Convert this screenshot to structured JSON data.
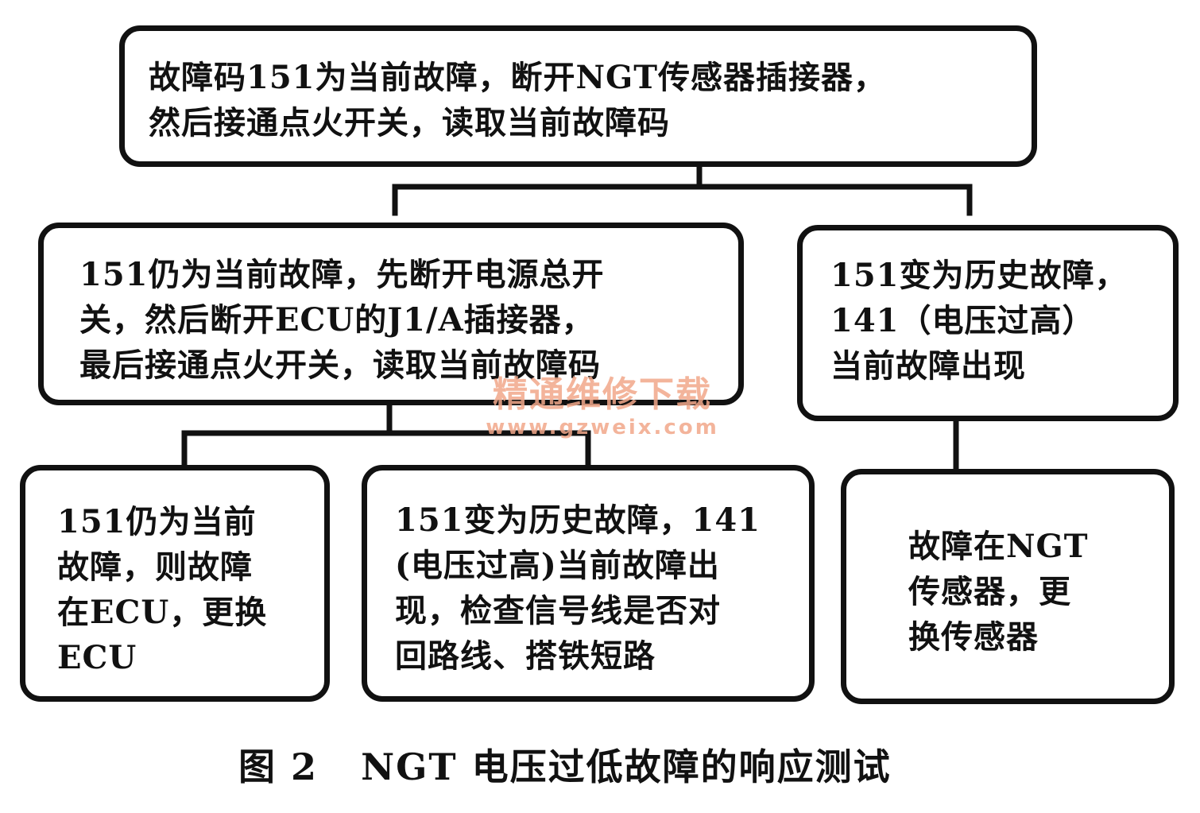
{
  "diagram": {
    "nodes": {
      "root": "故障码151为当前故障，断开NGT传感器插接器，\n然后接通点火开关，读取当前故障码",
      "mid_left": "151仍为当前故障，先断开电源总开\n关，然后断开ECU的J1/A插接器，\n最后接通点火开关，读取当前故障码",
      "mid_right": "151变为历史故障，\n141（电压过高）\n当前故障出现",
      "bottom_left": "151仍为当前\n故障，则故障\n在ECU，更换\nECU",
      "bottom_mid": "151变为历史故障，141\n(电压过高)当前故障出\n现，检查信号线是否对\n回路线、搭铁短路",
      "bottom_right": "故障在NGT\n传感器，更\n换传感器"
    },
    "edges": [
      {
        "from": "root",
        "to": "mid_left"
      },
      {
        "from": "root",
        "to": "mid_right"
      },
      {
        "from": "mid_left",
        "to": "bottom_left"
      },
      {
        "from": "mid_left",
        "to": "bottom_mid"
      },
      {
        "from": "mid_right",
        "to": "bottom_right"
      }
    ]
  },
  "watermark": {
    "title": "精通维修下载",
    "url": "www.gzweix.com"
  },
  "caption": "图 2   NGT 电压过低故障的响应测试"
}
